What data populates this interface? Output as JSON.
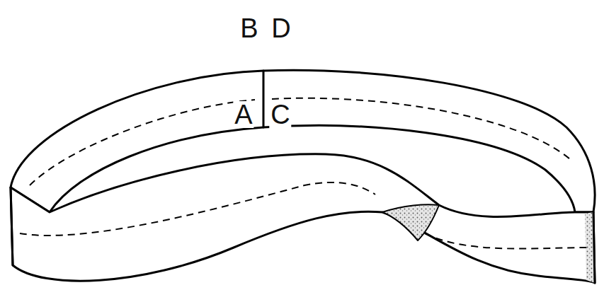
{
  "diagram": {
    "labels": [
      "B",
      "D",
      "A",
      "C"
    ]
  }
}
